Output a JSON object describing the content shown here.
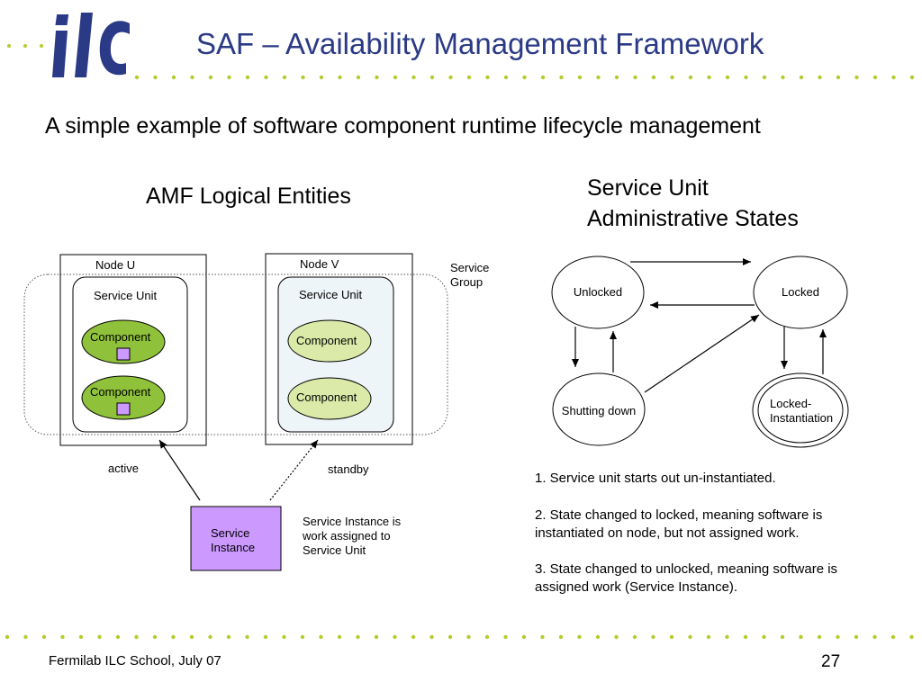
{
  "slide": {
    "title": "SAF – Availability Management Framework",
    "subtitle": "A simple example of software component runtime lifecycle management",
    "footer_left": "Fermilab ILC School, July 07",
    "page_number": "27",
    "logo_text": "ilc",
    "accent_color": "#2b3a86"
  },
  "left_diagram": {
    "heading": "AMF Logical Entities",
    "node_u": "Node U",
    "node_v": "Node V",
    "service_group": "Service Group",
    "service_unit_u": "Service Unit",
    "service_unit_v": "Service Unit",
    "component_u1": "Component",
    "component_u2": "Component",
    "component_v1": "Component",
    "component_v2": "Component",
    "active": "active",
    "standby": "standby",
    "service_instance": "Service Instance",
    "si_note": "Service Instance is work assigned to Service Unit",
    "colors": {
      "active_component": "#8fc23a",
      "standby_component": "#dbeaa8",
      "standby_unit": "#eef5f8",
      "service_instance": "#cc99ff"
    }
  },
  "right_diagram": {
    "heading": "Service Unit Administrative States",
    "states": {
      "unlocked": "Unlocked",
      "locked": "Locked",
      "shutting_down": "Shutting down",
      "locked_instantiation": "Locked-Instantiation"
    },
    "notes": [
      "1. Service unit starts out un-instantiated.",
      "2. State changed to locked, meaning software is instantiated on node, but not assigned work.",
      "3. State changed to unlocked, meaning software is assigned work (Service Instance)."
    ]
  }
}
